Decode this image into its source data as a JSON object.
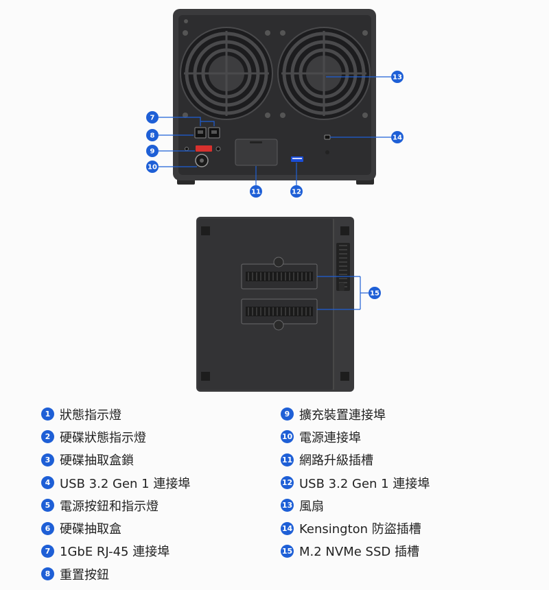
{
  "colors": {
    "accent": "#1e5fd6",
    "device_body": "#3a3a3c",
    "device_panel": "#2b2b2d",
    "background": "#fbfbfb"
  },
  "callouts": [
    {
      "n": "7"
    },
    {
      "n": "8"
    },
    {
      "n": "9"
    },
    {
      "n": "10"
    },
    {
      "n": "11"
    },
    {
      "n": "12"
    },
    {
      "n": "13"
    },
    {
      "n": "14"
    },
    {
      "n": "15"
    }
  ],
  "legend": {
    "left": [
      {
        "n": "1",
        "label": "狀態指示燈"
      },
      {
        "n": "2",
        "label": "硬碟狀態指示燈"
      },
      {
        "n": "3",
        "label": "硬碟抽取盒鎖"
      },
      {
        "n": "4",
        "label": "USB 3.2 Gen 1 連接埠"
      },
      {
        "n": "5",
        "label": "電源按鈕和指示燈"
      },
      {
        "n": "6",
        "label": "硬碟抽取盒"
      },
      {
        "n": "7",
        "label": "1GbE RJ-45 連接埠"
      },
      {
        "n": "8",
        "label": "重置按鈕"
      }
    ],
    "right": [
      {
        "n": "9",
        "label": "擴充裝置連接埠"
      },
      {
        "n": "10",
        "label": "電源連接埠"
      },
      {
        "n": "11",
        "label": "網路升級插槽"
      },
      {
        "n": "12",
        "label": "USB 3.2 Gen 1 連接埠"
      },
      {
        "n": "13",
        "label": "風扇"
      },
      {
        "n": "14",
        "label": "Kensington 防盜插槽"
      },
      {
        "n": "15",
        "label": "M.2 NVMe SSD 插槽"
      }
    ]
  }
}
